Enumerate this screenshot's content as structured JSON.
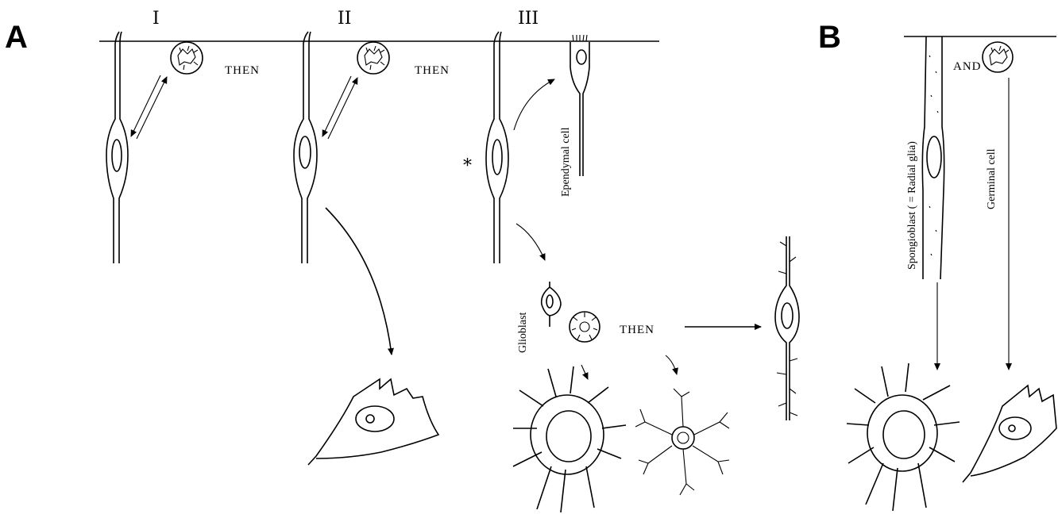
{
  "panels": {
    "a": "A",
    "b": "B"
  },
  "stages": {
    "one": "I",
    "two": "II",
    "three": "III"
  },
  "words": {
    "then1": "THEN",
    "then2": "THEN",
    "then3": "THEN",
    "and": "AND",
    "asterisk": "*"
  },
  "labels": {
    "ependymal": "Ependymal cell",
    "glioblast": "Glioblast",
    "spongioblast": "Spongioblast  ( = Radial glia)",
    "germinal": "Germinal cell"
  }
}
